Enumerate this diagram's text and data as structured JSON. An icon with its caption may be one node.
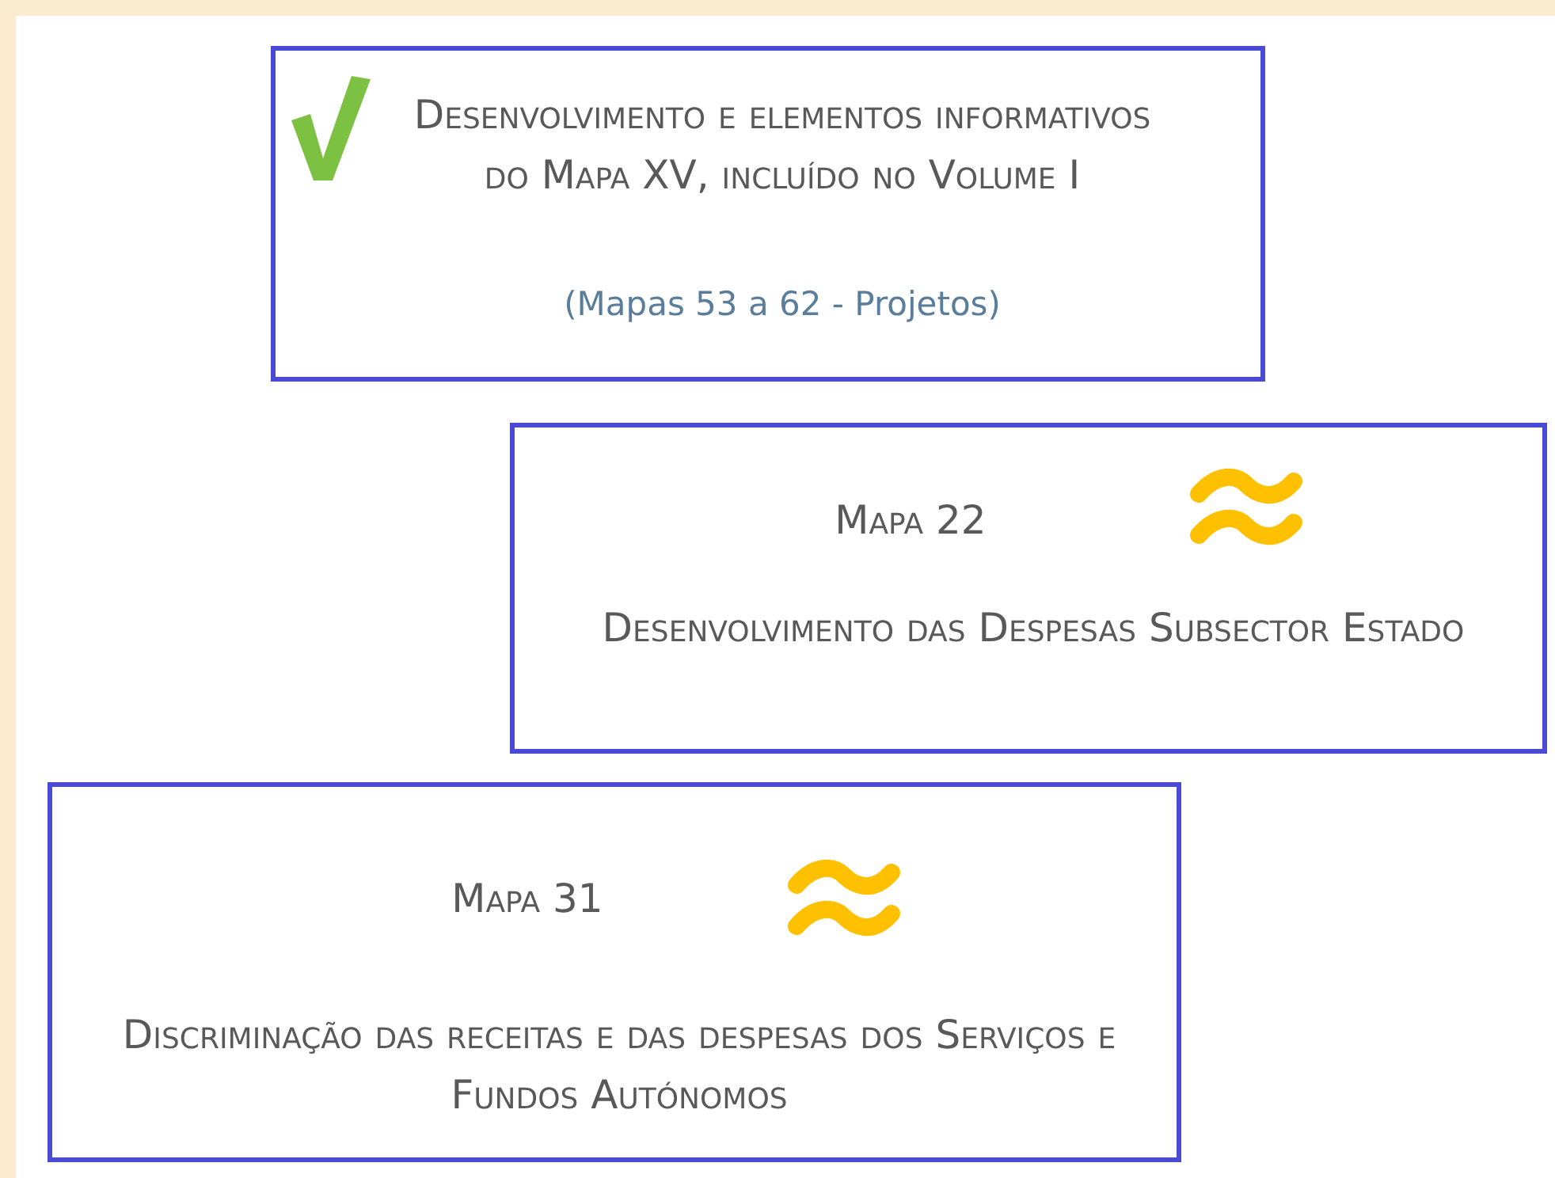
{
  "diagram": {
    "nodes": [
      {
        "text": [
          "Desenvolvimento e elementos informativos do Mapa XV, incluído no Volume I",
          "(Mapas 53 a 62 - Projetos)"
        ]
      },
      {
        "text": [
          "Mapa 22",
          "Desenvolvimento das Despesas Subsector Estado"
        ]
      },
      {
        "text": [
          "Mapa 31",
          "Discriminação das receitas e das despesas dos Serviços e Fundos Autónomos"
        ]
      }
    ],
    "edges": []
  }
}
